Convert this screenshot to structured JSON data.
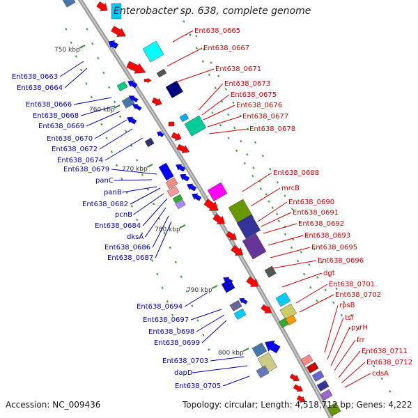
{
  "title": "Enterobacter sp. 638, complete genome",
  "footer": {
    "accession": "Accession: NC_009436",
    "topology": "Topology: circular; Length: 4,518,712 bp; Genes: 4,222"
  },
  "colors": {
    "backbone": "#9a9a9a",
    "forward_label": "#cc0000",
    "reverse_label": "#0000aa",
    "ruler": "#2e8b2e",
    "tick_label": "#333333"
  },
  "ruler_ticks": [
    {
      "label": "750 kbp"
    },
    {
      "label": "760 kbp"
    },
    {
      "label": "770 kbp"
    },
    {
      "label": "780 kbp"
    },
    {
      "label": "790 kbp"
    },
    {
      "label": "800 kbp"
    }
  ],
  "reverse_labels": [
    "Ent638_0663",
    "Ent638_0664",
    "Ent638_0666",
    "Ent638_0668",
    "Ent638_0669",
    "Ent638_0670",
    "Ent638_0672",
    "Ent638_0674",
    "Ent638_0679",
    "panC",
    "panB",
    "Ent638_0682",
    "pcnB",
    "Ent638_0684",
    "dksA",
    "Ent638_0686",
    "Ent638_0687",
    "Ent638_0694",
    "Ent638_0697",
    "Ent638_0698",
    "Ent638_0699",
    "Ent638_0703",
    "dapD",
    "Ent638_0705"
  ],
  "forward_labels": [
    "Ent638_0665",
    "Ent638_0667",
    "Ent638_0671",
    "Ent638_0673",
    "Ent638_0675",
    "Ent638_0676",
    "Ent638_0677",
    "Ent638_0678",
    "Ent638_0688",
    "mrcB",
    "Ent638_0690",
    "Ent638_0691",
    "Ent638_0692",
    "Ent638_0693",
    "Ent638_0695",
    "Ent638_0696",
    "dgt",
    "Ent638_0701",
    "Ent638_0702",
    "rpsB",
    "tsf",
    "pyrH",
    "frr",
    "Ent638_0711",
    "Ent638_0712",
    "cdsA"
  ]
}
